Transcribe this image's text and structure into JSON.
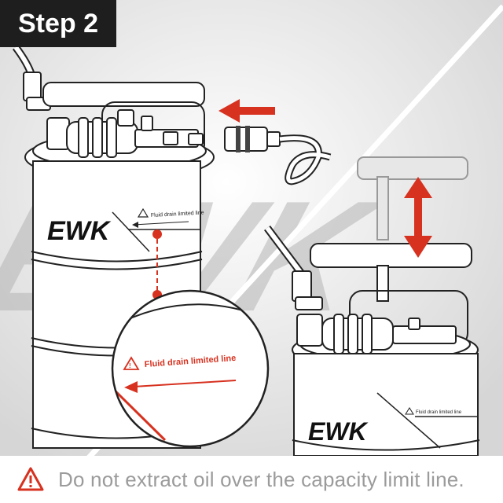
{
  "step": {
    "label": "Step 2"
  },
  "watermark": {
    "text": "EWK"
  },
  "left_tank": {
    "brand": "EWK",
    "limit_label": "Fluid drain limited line"
  },
  "zoom": {
    "limit_label": "Fluid drain limited line"
  },
  "right_tank": {
    "brand": "EWK",
    "limit_label": "Fluid drain limited line"
  },
  "caption": {
    "text": "Do not extract oil over the capacity limit line.",
    "icon": "warning-triangle-icon"
  },
  "colors": {
    "accent_red": "#d7311f",
    "badge_bg": "#1e1e1e",
    "caption_text": "#9b9b9b"
  }
}
